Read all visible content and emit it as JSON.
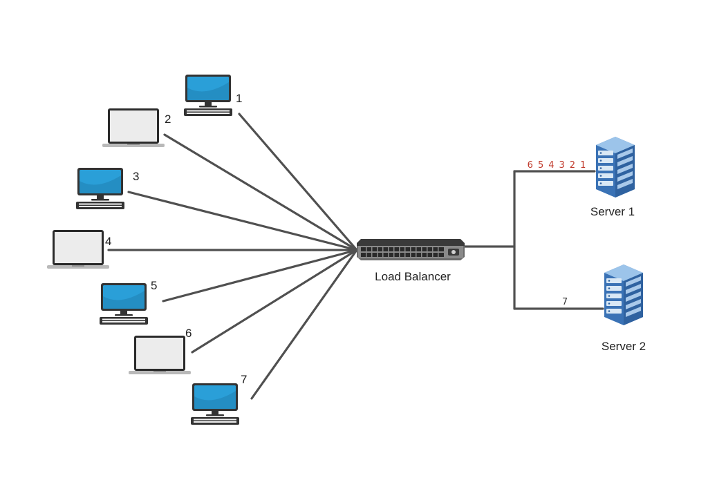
{
  "colors": {
    "link": "#505050",
    "screen": "#2a9fd8",
    "screen_dark": "#1f7fb3",
    "laptop_screen": "#ececec",
    "device_frame": "#333333",
    "server_body": "#4a86c8",
    "server_light": "#d9e8f5",
    "queue_server1": "#c0392b",
    "queue_server2": "#333333"
  },
  "clients": [
    {
      "id": "client-1",
      "number": "1",
      "device": "desktop-monitor-icon"
    },
    {
      "id": "client-2",
      "number": "2",
      "device": "laptop-icon"
    },
    {
      "id": "client-3",
      "number": "3",
      "device": "desktop-monitor-icon"
    },
    {
      "id": "client-4",
      "number": "4",
      "device": "laptop-icon"
    },
    {
      "id": "client-5",
      "number": "5",
      "device": "desktop-monitor-icon"
    },
    {
      "id": "client-6",
      "number": "6",
      "device": "laptop-icon"
    },
    {
      "id": "client-7",
      "number": "7",
      "device": "desktop-monitor-icon"
    }
  ],
  "load_balancer": {
    "label": "Load Balancer",
    "icon": "network-switch-icon"
  },
  "servers": [
    {
      "id": "server-1",
      "label": "Server 1",
      "queue": [
        "6",
        "5",
        "4",
        "3",
        "2",
        "1"
      ],
      "icon": "server-rack-icon"
    },
    {
      "id": "server-2",
      "label": "Server 2",
      "queue": [
        "7"
      ],
      "icon": "server-rack-icon"
    }
  ]
}
